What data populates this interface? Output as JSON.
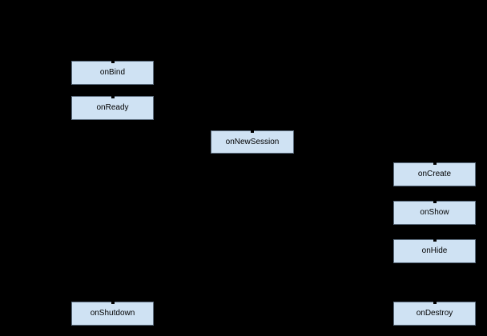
{
  "diagram": {
    "background_color": "#000000",
    "node_fill_color": "#cfe2f3",
    "node_border_color": "#5a6b7c",
    "node_text_color": "#000000",
    "nodes": [
      {
        "label": "onBind"
      },
      {
        "label": "onReady"
      },
      {
        "label": "onNewSession"
      },
      {
        "label": "onCreate"
      },
      {
        "label": "onShow"
      },
      {
        "label": "onHide"
      },
      {
        "label": "onShutdown"
      },
      {
        "label": "onDestroy"
      }
    ]
  }
}
